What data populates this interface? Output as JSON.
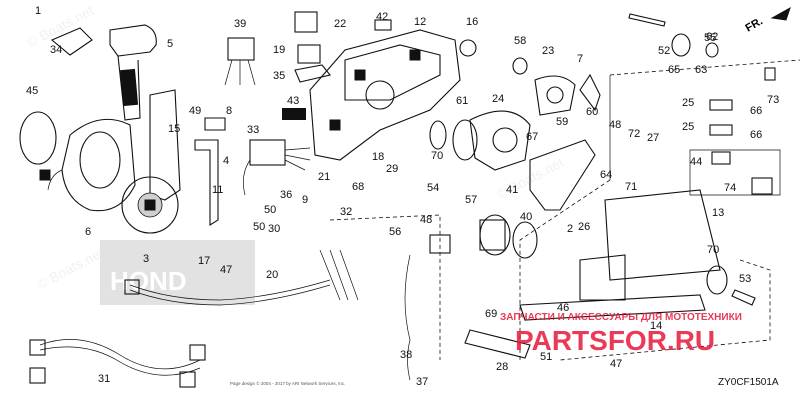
{
  "header": {
    "direction": "FR."
  },
  "watermarks": {
    "brand": "© Boats.net",
    "brand_short": "© Boats.net"
  },
  "overlay": {
    "shop_text": "ЗАПЧАСТИ И АКСЕССУАРЫ ДЛЯ МОТОТЕХНИКИ",
    "logo": "PARTSFOR.RU"
  },
  "footer": {
    "copyright": "Page design © 2004 - 2017 by ARI Network Services, Inc.",
    "code": "ZY0CF1501A"
  },
  "callouts": [
    "1",
    "2",
    "3",
    "4",
    "5",
    "6",
    "7",
    "8",
    "9",
    "11",
    "12",
    "13",
    "14",
    "15",
    "16",
    "17",
    "18",
    "19",
    "20",
    "21",
    "22",
    "23",
    "24",
    "25",
    "25",
    "26",
    "27",
    "28",
    "29",
    "30",
    "31",
    "32",
    "33",
    "34",
    "35",
    "36",
    "37",
    "38",
    "39",
    "40",
    "41",
    "42",
    "43",
    "44",
    "45",
    "46",
    "47",
    "47",
    "48",
    "48",
    "49",
    "50",
    "50",
    "51",
    "52",
    "53",
    "54",
    "55",
    "56",
    "57",
    "58",
    "59",
    "60",
    "61",
    "62",
    "63",
    "64",
    "65",
    "66",
    "66",
    "67",
    "68",
    "69",
    "70",
    "70",
    "71",
    "72",
    "73",
    "74"
  ]
}
